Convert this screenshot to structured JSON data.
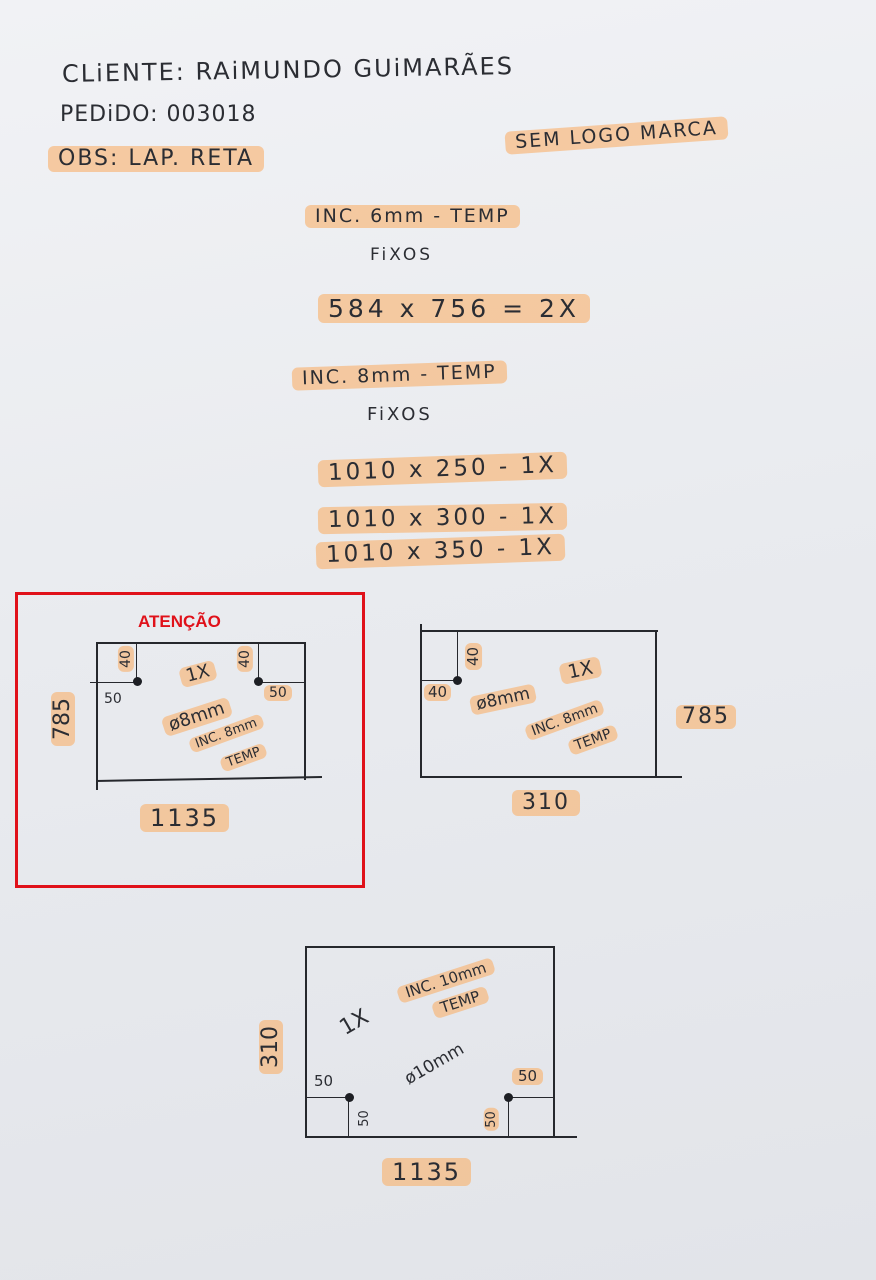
{
  "header": {
    "cliente": "CLiENTE: RAiMUNDO GUiMARÃES",
    "pedido": "PEDiDO: 003018",
    "obs": "OBS: LAP. RETA",
    "sem_logo": "SEM LOGO MARCA"
  },
  "group1": {
    "title": "INC. 6mm - TEMP",
    "type": "FiXOS",
    "items": [
      "584 x 756 = 2X"
    ]
  },
  "group2": {
    "title": "INC. 8mm - TEMP",
    "type": "FiXOS",
    "items": [
      "1010 x 250 - 1X",
      "1010 x 300 - 1X",
      "1010 x 350 - 1X"
    ]
  },
  "sketch1": {
    "attention": "ATENÇÃO",
    "qty": "1X",
    "hole": "ø8mm",
    "glass": "INC. 8mm",
    "temp": "TEMP",
    "offset_left_v": "40",
    "offset_left_h": "50",
    "offset_right_v": "40",
    "offset_right_h": "50",
    "height": "785",
    "width": "1135"
  },
  "sketch2": {
    "qty": "1X",
    "hole": "ø8mm",
    "glass": "INC. 8mm",
    "temp": "TEMP",
    "offset_v": "40",
    "offset_h": "40",
    "height": "785",
    "width": "310"
  },
  "sketch3": {
    "qty": "1X",
    "glass": "INC. 10mm",
    "temp": "TEMP",
    "hole": "ø10mm",
    "offset_left_h": "50",
    "offset_left_v": "50",
    "offset_right_h": "50",
    "offset_right_v": "50",
    "height": "310",
    "width": "1135"
  },
  "colors": {
    "highlight": "#f9b26e",
    "ink": "#2b2d33",
    "attention": "#e0111a"
  }
}
